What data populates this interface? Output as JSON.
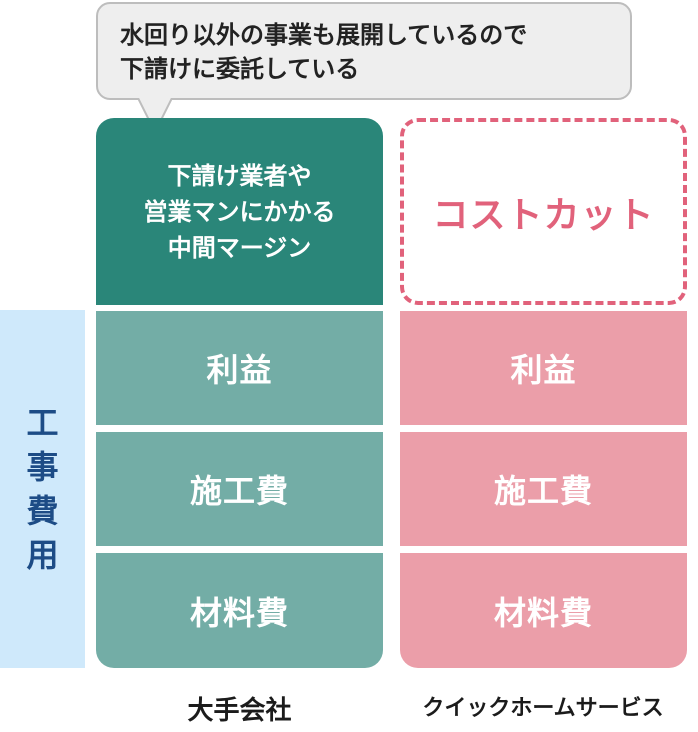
{
  "bubble": {
    "lines": [
      "水回り以外の事業も展開しているので",
      "下請けに委託している"
    ]
  },
  "side_label": {
    "chars": [
      "工",
      "事",
      "費",
      "用"
    ]
  },
  "colors": {
    "teal_dark": "#2a8679",
    "teal_light": "#73ada6",
    "pink": "#eb9ea9",
    "pink_accent": "#e1627b",
    "side_bar": "#cfe9fb",
    "side_text": "#1d4c86"
  },
  "left_column": {
    "top_text": "下請け業者や\n営業マンにかかる\n中間マージン",
    "segments": [
      "利益",
      "施工費",
      "材料費"
    ],
    "label": "大手会社"
  },
  "right_column": {
    "top_text": "コストカット",
    "segments": [
      "利益",
      "施工費",
      "材料費"
    ],
    "label": "クイックホームサービス"
  }
}
